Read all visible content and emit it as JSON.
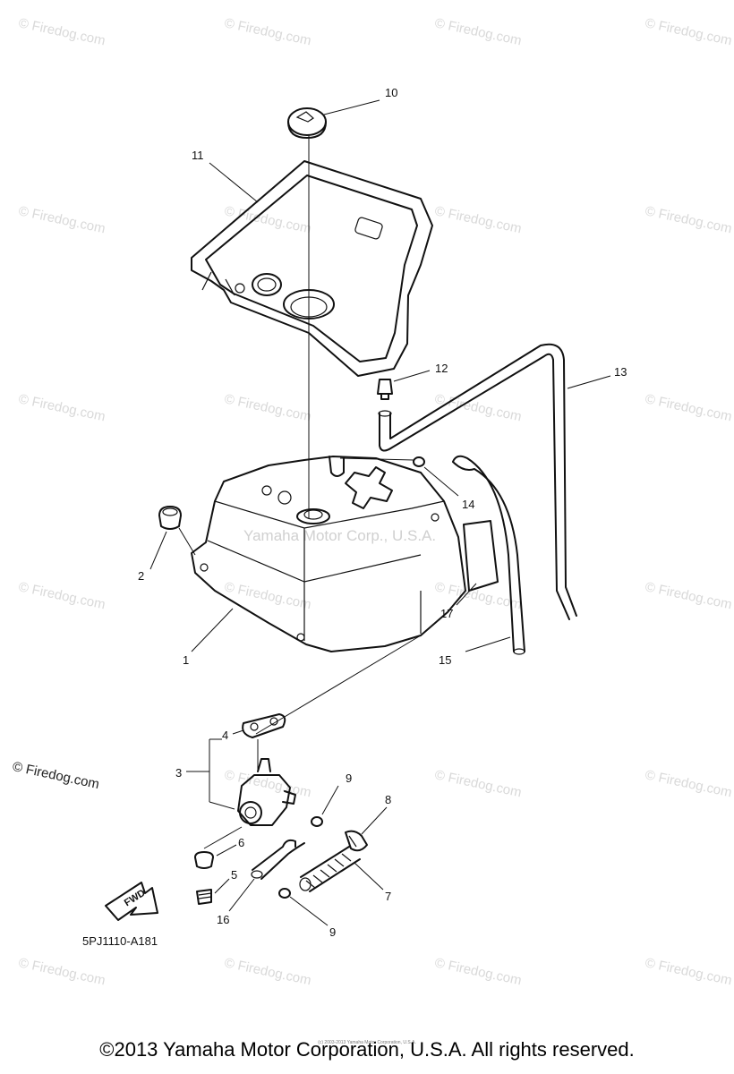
{
  "watermark": "© Firedog.com",
  "side_copyright": "© Firedog.com",
  "center_watermark": "Yamaha Motor Corp., U.S.A.",
  "callouts": {
    "c1": "1",
    "c2": "2",
    "c3": "3",
    "c4": "4",
    "c5": "5",
    "c6": "6",
    "c7": "7",
    "c8": "8",
    "c9a": "9",
    "c9b": "9",
    "c10": "10",
    "c11": "11",
    "c12": "12",
    "c13": "13",
    "c14": "14",
    "c15": "15",
    "c16": "16",
    "c17": "17"
  },
  "fwd_label": "FWD",
  "diagram_code": "5PJ1110-A181",
  "fine_print": "(c) 2003-2013 Yamaha Motor Corporation, U.S.A.",
  "footer": "©2013 Yamaha Motor Corporation, U.S.A. All rights reserved."
}
